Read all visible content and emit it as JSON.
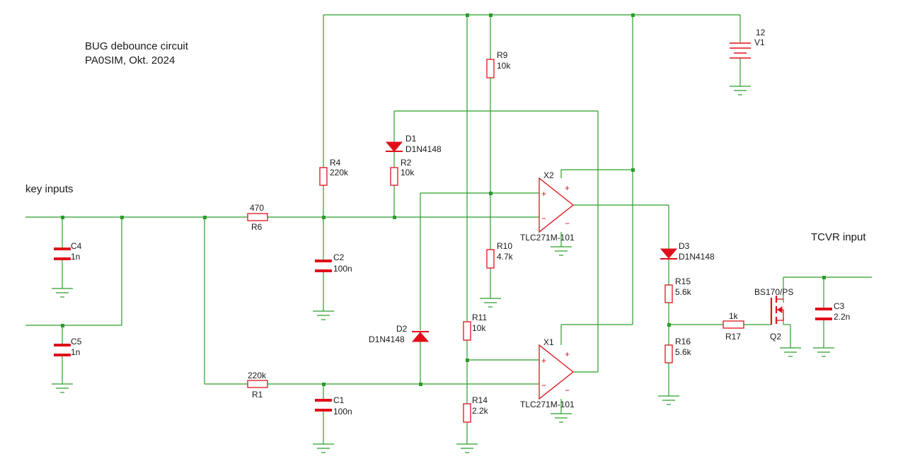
{
  "title": {
    "line1": "BUG debounce circuit",
    "line2": "PA0SIM, Okt. 2024"
  },
  "labels": {
    "key_inputs": "key inputs",
    "tcvr_input": "TCVR input"
  },
  "components": {
    "C4": {
      "name": "C4",
      "value": "1n"
    },
    "C5": {
      "name": "C5",
      "value": "1n"
    },
    "R6": {
      "name": "R6",
      "value": "470"
    },
    "R1": {
      "name": "R1",
      "value": "220k"
    },
    "R4": {
      "name": "R4",
      "value": "220k"
    },
    "C2": {
      "name": "C2",
      "value": "100n"
    },
    "C1": {
      "name": "C1",
      "value": "100n"
    },
    "D1": {
      "name": "D1",
      "value": "D1N4148"
    },
    "R2": {
      "name": "R2",
      "value": "10k"
    },
    "D2": {
      "name": "D2",
      "value": "D1N4148"
    },
    "R9": {
      "name": "R9",
      "value": "10k"
    },
    "R10": {
      "name": "R10",
      "value": "4.7k"
    },
    "R11": {
      "name": "R11",
      "value": "10k"
    },
    "R14": {
      "name": "R14",
      "value": "2.2k"
    },
    "X2": {
      "name": "X2",
      "value": "TLC271M-101"
    },
    "X1": {
      "name": "X1",
      "value": "TLC271M-101"
    },
    "V1": {
      "name": "V1",
      "value": "12"
    },
    "D3": {
      "name": "D3",
      "value": "D1N4148"
    },
    "R15": {
      "name": "R15",
      "value": "5.6k"
    },
    "R16": {
      "name": "R16",
      "value": "5.6k"
    },
    "R17": {
      "name": "R17",
      "value": "1k"
    },
    "Q2": {
      "name": "Q2",
      "value": "BS170/PS"
    },
    "C3": {
      "name": "C3",
      "value": "2.2n"
    }
  },
  "opamp_pins": {
    "plus": "+",
    "minus": "−"
  },
  "colors": {
    "wire": "#2a9d2a",
    "component": "#e0101a",
    "text": "#1a1a1a",
    "background": "#ffffff"
  }
}
